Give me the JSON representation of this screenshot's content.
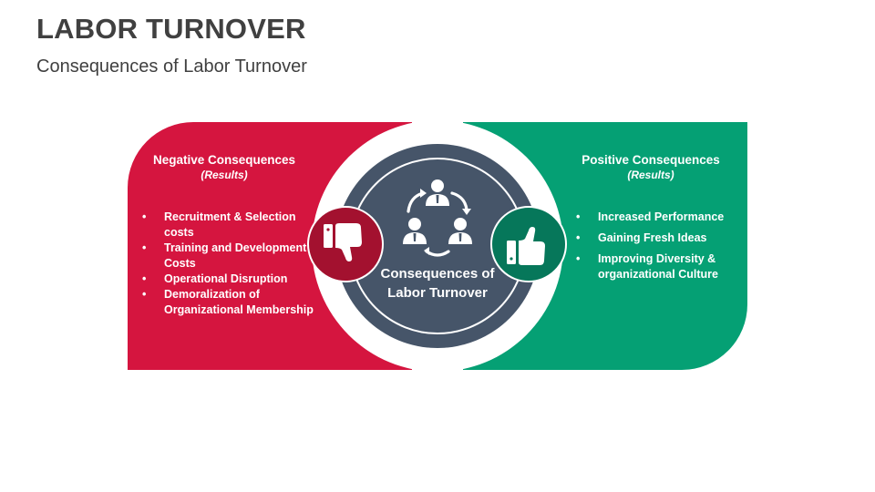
{
  "header": {
    "title": "LABOR TURNOVER",
    "subtitle": "Consequences of Labor Turnover"
  },
  "colors": {
    "negative": "#d5153f",
    "negative_badge": "#a3112f",
    "positive": "#05a074",
    "positive_badge": "#06775a",
    "center": "#465569",
    "text_dark": "#404040"
  },
  "center": {
    "label_line1": "Consequences of",
    "label_line2": "Labor Turnover",
    "icon": "people-cycle-icon"
  },
  "negative": {
    "heading": "Negative Consequences",
    "subheading": "(Results)",
    "icon": "thumbs-down-icon",
    "items": [
      "Recruitment & Selection costs",
      "Training and Development Costs",
      "Operational Disruption",
      "Demoralization of Organizational Membership"
    ]
  },
  "positive": {
    "heading": "Positive Consequences",
    "subheading": "(Results)",
    "icon": "thumbs-up-icon",
    "items": [
      "Increased Performance",
      "Gaining Fresh Ideas",
      "Improving Diversity & organizational Culture"
    ]
  }
}
